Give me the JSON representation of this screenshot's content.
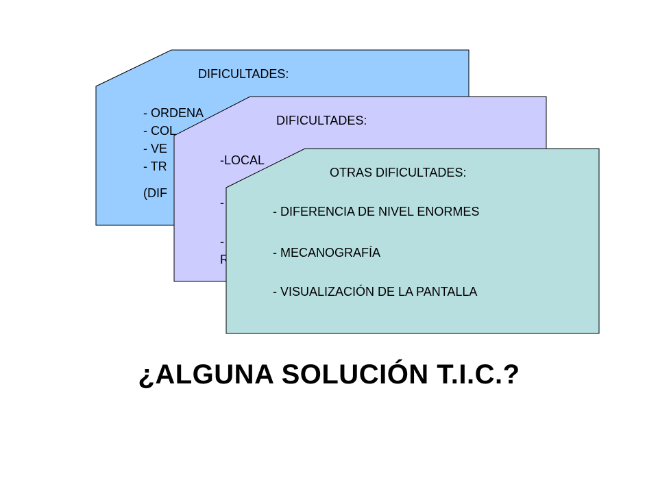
{
  "card1": {
    "title": "DIFICULTADES:",
    "lines": [
      "- ORDENA",
      "- COL",
      "- VE",
      "- TR",
      "(DIF"
    ],
    "color": "#99ccff"
  },
  "card2": {
    "title": "DIFICULTADES:",
    "lines": [
      "-LOCAL",
      "",
      "-",
      "",
      "-",
      "R"
    ],
    "color": "#ccccff"
  },
  "card3": {
    "title": "OTRAS DIFICULTADES:",
    "items": [
      "- DIFERENCIA DE NIVEL ENORMES",
      "- MECANOGRAFÍA",
      "- VISUALIZACIÓN DE LA PANTALLA"
    ],
    "color": "#b8dfe0"
  },
  "question": "¿ALGUNA SOLUCIÓN T.I.C.?"
}
